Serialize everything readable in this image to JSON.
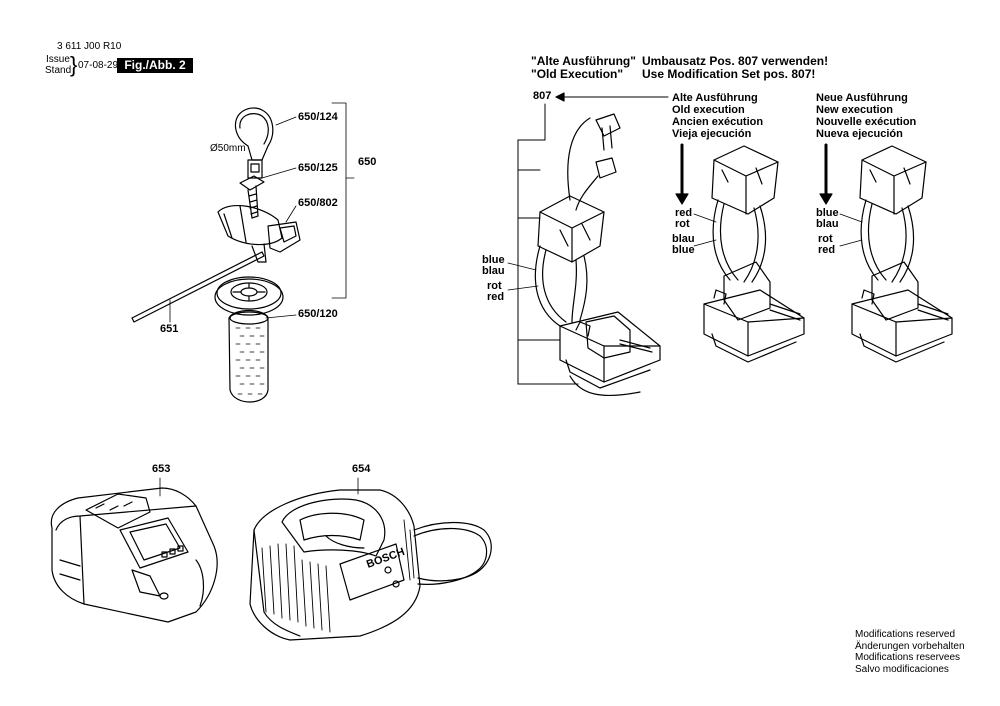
{
  "header": {
    "doc_number": "3 611 J00 R10",
    "issue_label": "Issue",
    "stand_label": "Stand",
    "date": "07-08-29",
    "figure": "Fig./Abb. 2"
  },
  "handle_parts": {
    "p650_124": "650/124",
    "p650_125": "650/125",
    "p650_802": "650/802",
    "p650_120": "650/120",
    "group_650": "650",
    "p651": "651",
    "diameter": "Ø50mm"
  },
  "modification_notice": {
    "line1_left": "\"Alte Ausführung\"",
    "line1_right": "Umbausatz Pos. 807 verwenden!",
    "line2_left": "\"Old Execution\"",
    "line2_right": "Use Modification Set pos. 807!"
  },
  "old_execution": {
    "pos": "807",
    "lines": [
      "Alte Ausführung",
      "Old execution",
      "Ancien exécution",
      "Vieja ejecución"
    ],
    "wires_top": [
      "red",
      "rot"
    ],
    "wires_bottom": [
      "blau",
      "blue"
    ]
  },
  "new_execution": {
    "lines": [
      "Neue Ausführung",
      "New execution",
      "Nouvelle exécution",
      "Nueva ejecución"
    ],
    "wires_top": [
      "blue",
      "blau"
    ],
    "wires_bottom": [
      "rot",
      "red"
    ]
  },
  "left_wires": {
    "top": [
      "blue",
      "blau"
    ],
    "bottom": [
      "rot",
      "red"
    ]
  },
  "battery": {
    "pos": "653"
  },
  "charger": {
    "pos": "654",
    "brand": "BOSCH"
  },
  "footer": {
    "lines": [
      "Modifications reserved",
      "Änderungen vorbehalten",
      "Modifications reservees",
      "Salvo modificaciones"
    ]
  },
  "colors": {
    "ink": "#000000",
    "paper": "#ffffff"
  }
}
